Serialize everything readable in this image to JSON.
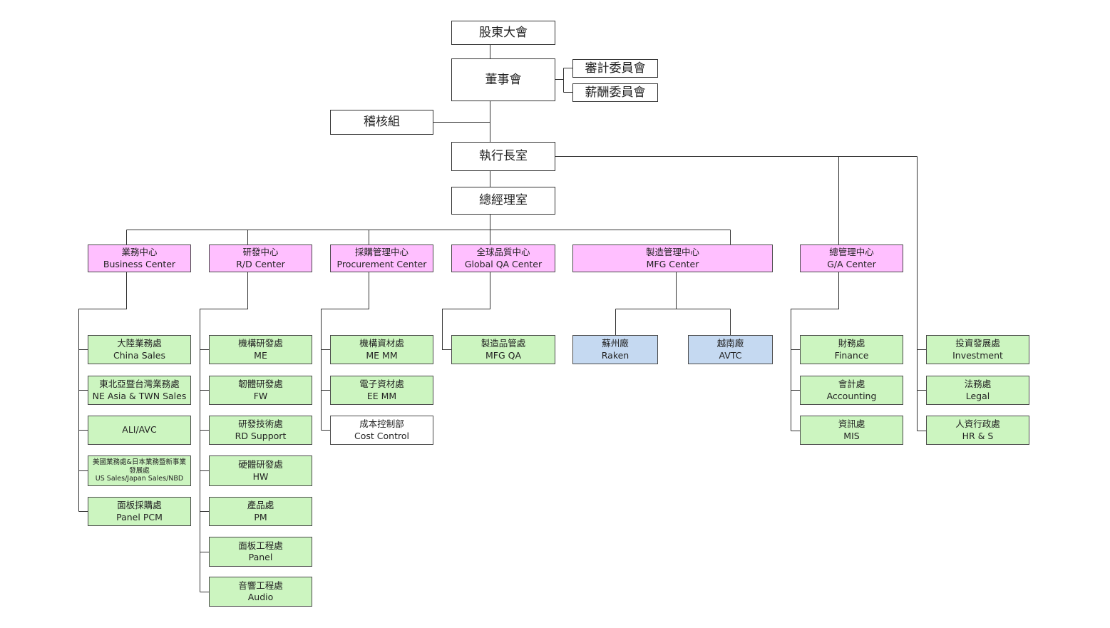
{
  "executive": {
    "shareholders": "股東大會",
    "board": "董事會",
    "audit_committee": "審計委員會",
    "compensation_committee": "薪酬委員會",
    "internal_audit": "稽核組",
    "ceo_office": "執行長室",
    "gm_office": "總經理室"
  },
  "centers": {
    "business": {
      "zh": "業務中心",
      "en": "Business Center"
    },
    "rd": {
      "zh": "研發中心",
      "en": "R/D Center"
    },
    "procurement": {
      "zh": "採購管理中心",
      "en": "Procurement Center"
    },
    "qa": {
      "zh": "全球品質中心",
      "en": "Global QA Center"
    },
    "mfg": {
      "zh": "製造管理中心",
      "en": "MFG Center"
    },
    "ga": {
      "zh": "總管理中心",
      "en": "G/A Center"
    }
  },
  "business_units": [
    {
      "zh": "大陸業務處",
      "en": "China Sales"
    },
    {
      "zh": "東北亞暨台灣業務處",
      "en": "NE Asia & TWN Sales"
    },
    {
      "zh": "",
      "en": "ALI/AVC"
    },
    {
      "zh": "美國業務處&日本業務暨新事業發展處",
      "en": "US Sales/Japan Sales/NBD"
    },
    {
      "zh": "面板採購處",
      "en": "Panel PCM"
    }
  ],
  "rd_units": [
    {
      "zh": "機構研發處",
      "en": "ME"
    },
    {
      "zh": "韌體研發處",
      "en": "FW"
    },
    {
      "zh": "研發技術處",
      "en": "RD Support"
    },
    {
      "zh": "硬體研發處",
      "en": "HW"
    },
    {
      "zh": "產品處",
      "en": "PM"
    },
    {
      "zh": "面板工程處",
      "en": "Panel"
    },
    {
      "zh": "音響工程處",
      "en": "Audio"
    }
  ],
  "procurement_units": [
    {
      "zh": "機構資材處",
      "en": "ME MM"
    },
    {
      "zh": "電子資材處",
      "en": "EE MM"
    },
    {
      "zh": "成本控制部",
      "en": "Cost Control"
    }
  ],
  "qa_units": [
    {
      "zh": "製造品管處",
      "en": "MFG QA"
    }
  ],
  "mfg_sites": [
    {
      "zh": "蘇州廠",
      "en": "Raken"
    },
    {
      "zh": "越南廠",
      "en": "AVTC"
    }
  ],
  "ga_units": [
    {
      "zh": "財務處",
      "en": "Finance"
    },
    {
      "zh": "會計處",
      "en": "Accounting"
    },
    {
      "zh": "資訊處",
      "en": "MIS"
    }
  ],
  "ceo_units": [
    {
      "zh": "投資發展處",
      "en": "Investment"
    },
    {
      "zh": "法務處",
      "en": "Legal"
    },
    {
      "zh": "人資行政處",
      "en": "HR & S"
    }
  ],
  "colors": {
    "center_fill": "#ffbfff",
    "unit_fill": "#ccf5c0",
    "site_fill": "#c5d9f1",
    "line": "#333333"
  }
}
